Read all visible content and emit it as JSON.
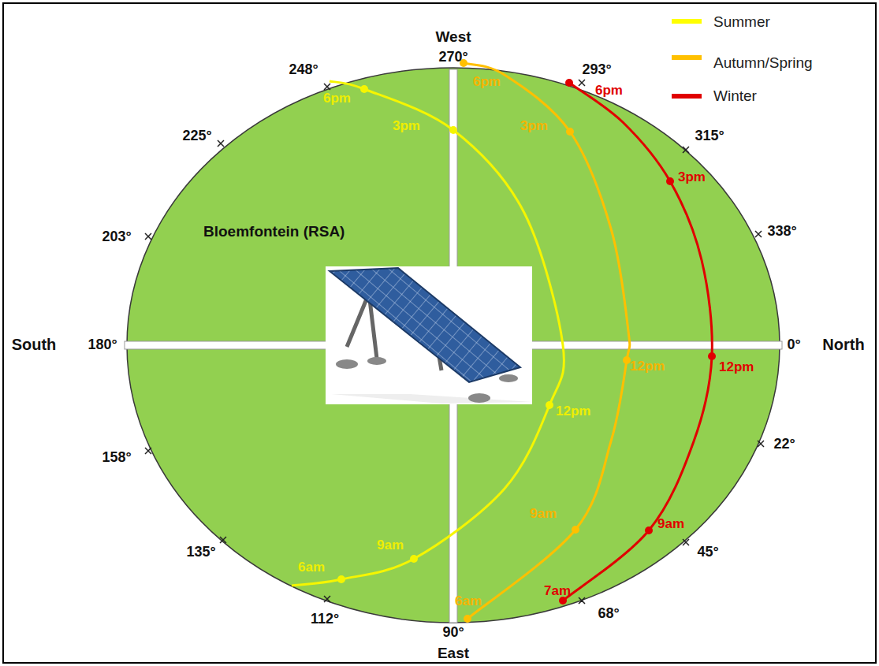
{
  "diagram": {
    "nodes": [
      {
        "text": [
          "Bloemfontein (RSA)"
        ]
      }
    ],
    "labels": [
      "6pm",
      "3pm",
      "12pm",
      "9am",
      "6am",
      "6pm",
      "3pm",
      "12pm",
      "9am",
      "6am",
      "6pm",
      "3pm",
      "12pm",
      "9am",
      "7am",
      "West",
      "270°",
      "248°",
      "293°",
      "225°",
      "315°",
      "203°",
      "338°",
      "South",
      "180°",
      "0°",
      "North",
      "158°",
      "22°",
      "135°",
      "45°",
      "112°",
      "90°",
      "68°",
      "East"
    ],
    "legend": [
      {
        "text": "Summer",
        "color": "#ffff00"
      },
      {
        "text": "Autumn/Spring",
        "color": "#ffc000"
      },
      {
        "text": "Winter",
        "color": "#e00000"
      }
    ]
  }
}
